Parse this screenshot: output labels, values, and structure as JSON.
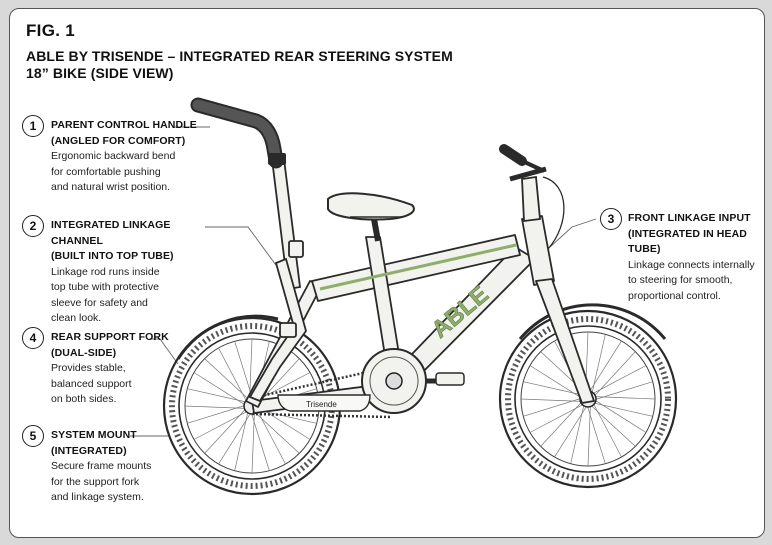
{
  "header": {
    "fig_label": "FIG. 1",
    "title_line1": "ABLE BY TRISENDE – INTEGRATED REAR STEERING SYSTEM",
    "title_line2": "18” BIKE (SIDE VIEW)"
  },
  "callouts": [
    {
      "number": "1",
      "title": [
        "PARENT CONTROL HANDLE",
        "(ANGLED FOR COMFORT)"
      ],
      "desc": [
        "Ergonomic backward bend",
        "for comfortable pushing",
        "and natural wrist position."
      ]
    },
    {
      "number": "2",
      "title": [
        "INTEGRATED LINKAGE CHANNEL",
        "(BUILT INTO TOP TUBE)"
      ],
      "desc": [
        "Linkage rod runs inside",
        "top tube with protective",
        "sleeve for safety and",
        "clean look."
      ]
    },
    {
      "number": "3",
      "title": [
        "FRONT LINKAGE INPUT",
        "(INTEGRATED IN HEAD TUBE)"
      ],
      "desc": [
        "Linkage connects internally",
        "to steering for smooth,",
        "proportional control."
      ]
    },
    {
      "number": "4",
      "title": [
        "REAR SUPPORT FORK",
        "(DUAL-SIDE)"
      ],
      "desc": [
        "Provides stable,",
        "balanced support",
        "on both sides."
      ]
    },
    {
      "number": "5",
      "title": [
        "SYSTEM MOUNT",
        "(INTEGRATED)"
      ],
      "desc": [
        "Secure frame mounts",
        "for the support fork",
        "and linkage system."
      ]
    }
  ],
  "bike": {
    "frame_brand": "ABLE",
    "chainguard_brand": "Trisende",
    "accent_color": "#8fae6b",
    "frame_color": "#f2f2ee",
    "line_color": "#2a2a2a"
  }
}
